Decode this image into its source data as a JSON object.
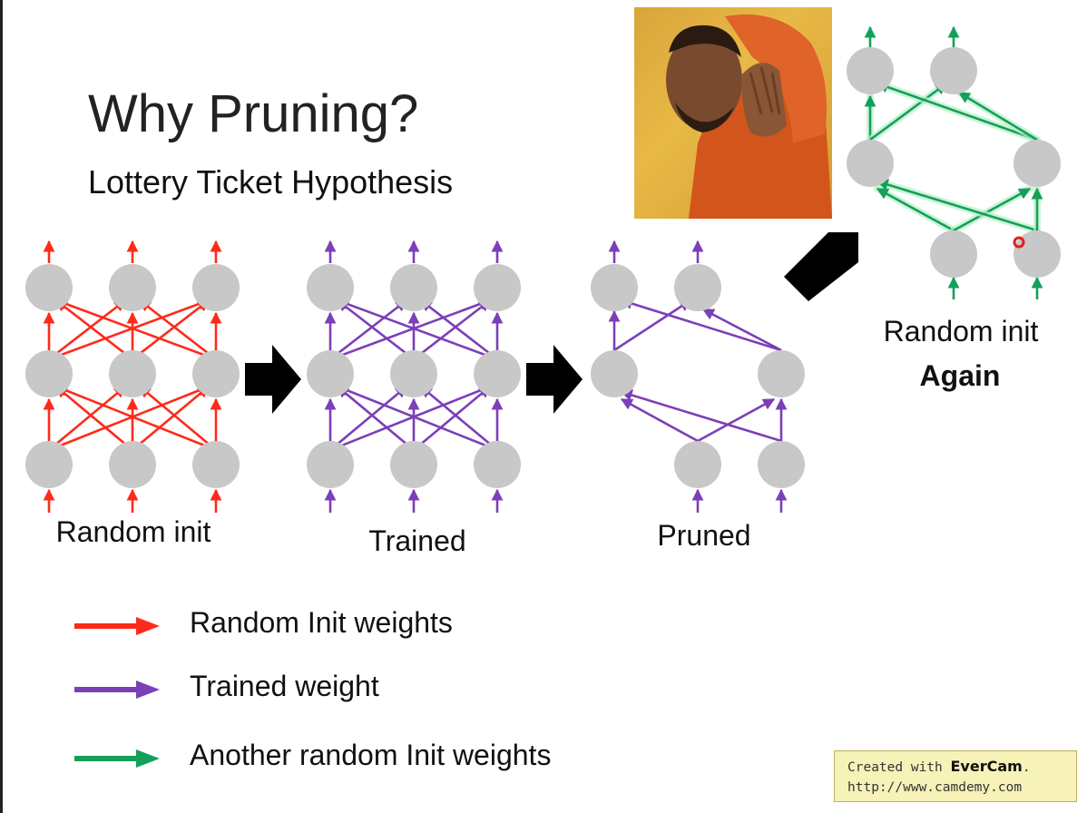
{
  "slide": {
    "title": "Why Pruning?",
    "subtitle": "Lottery Ticket Hypothesis"
  },
  "stages": {
    "random_init": "Random init",
    "trained": "Trained",
    "pruned": "Pruned",
    "reinit_line1": "Random init",
    "reinit_line2": "Again"
  },
  "legend": [
    {
      "label": "Random Init weights",
      "color": "#ff2a1a"
    },
    {
      "label": "Trained weight",
      "color": "#7b3fb8"
    },
    {
      "label": "Another random Init weights",
      "color": "#14a05a"
    }
  ],
  "colors": {
    "random_init_arrow": "#ff2a1a",
    "trained_arrow": "#7b3fb8",
    "reinit_arrow": "#14a05a",
    "neuron": "#c8c8c8",
    "stage_arrow": "#000000"
  },
  "watermark": {
    "prefix": "Created with ",
    "brand": "EverCam",
    "suffix": ".",
    "url": "http://www.camdemy.com"
  },
  "meme_icon": "rejecting-gesture-image"
}
